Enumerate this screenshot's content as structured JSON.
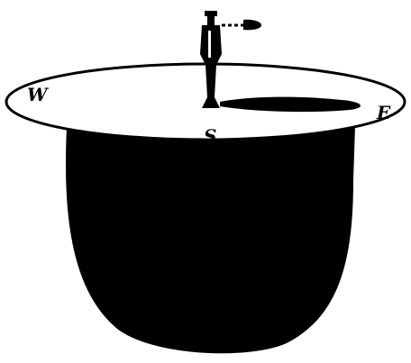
{
  "illustration": {
    "compass_labels": {
      "west": "W",
      "east": "E",
      "south": "S"
    }
  },
  "colors": {
    "ink": "#000000",
    "paper": "#ffffff"
  }
}
